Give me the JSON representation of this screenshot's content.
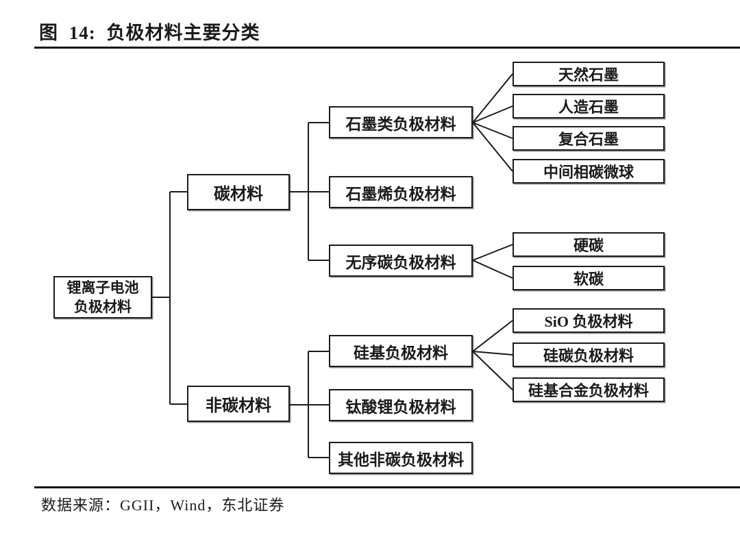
{
  "header": {
    "title": "图 14: 负极材料主要分类"
  },
  "footer": {
    "source": "数据来源：GGII，Wind，东北证券"
  },
  "colors": {
    "ink": "#1a1a1a",
    "background": "#ffffff"
  },
  "tree": {
    "root": {
      "line1": "锂离子电池",
      "line2": "负极材料"
    },
    "branches": [
      {
        "label": "碳材料",
        "children": [
          {
            "label": "石墨类负极材料",
            "children": [
              {
                "label": "天然石墨"
              },
              {
                "label": "人造石墨"
              },
              {
                "label": "复合石墨"
              },
              {
                "label": "中间相碳微球"
              }
            ]
          },
          {
            "label": "石墨烯负极材料",
            "children": []
          },
          {
            "label": "无序碳负极材料",
            "children": [
              {
                "label": "硬碳"
              },
              {
                "label": "软碳"
              }
            ]
          }
        ]
      },
      {
        "label": "非碳材料",
        "children": [
          {
            "label": "硅基负极材料",
            "children": [
              {
                "label": "SiO 负极材料"
              },
              {
                "label": "硅碳负极材料"
              },
              {
                "label": "硅基合金负极材料"
              }
            ]
          },
          {
            "label": "钛酸锂负极材料",
            "children": []
          },
          {
            "label": "其他非碳负极材料",
            "children": []
          }
        ]
      }
    ]
  }
}
